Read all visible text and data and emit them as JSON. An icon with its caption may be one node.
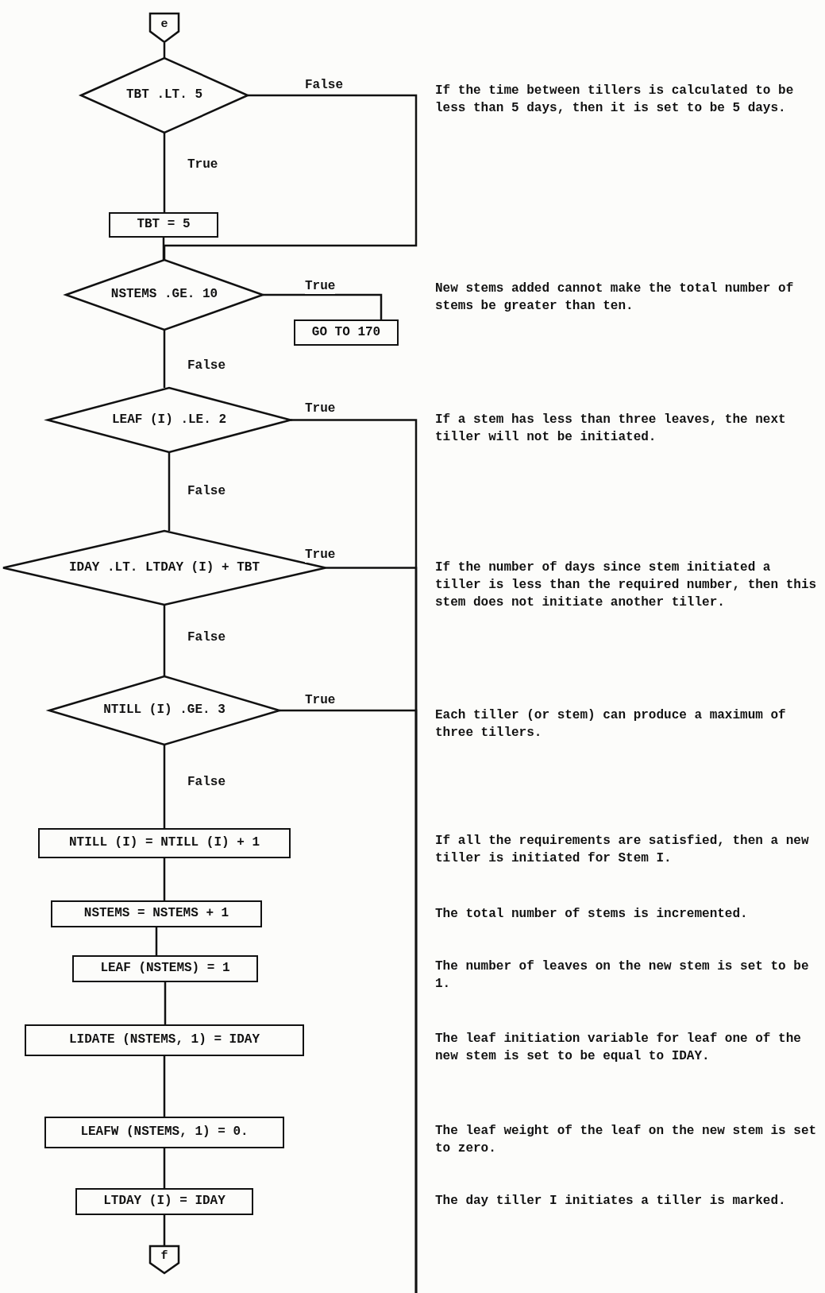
{
  "diagram": {
    "nodes": [
      {
        "text": [
          "e"
        ]
      },
      {
        "text": [
          "TBT .LT. 5"
        ]
      },
      {
        "text": [
          "TBT = 5"
        ]
      },
      {
        "text": [
          "NSTEMS .GE. 10"
        ]
      },
      {
        "text": [
          "GO TO 170"
        ]
      },
      {
        "text": [
          "LEAF (I) .LE. 2"
        ]
      },
      {
        "text": [
          "IDAY .LT. LTDAY (I) + TBT"
        ]
      },
      {
        "text": [
          "NTILL (I) .GE. 3"
        ]
      },
      {
        "text": [
          "NTILL (I) = NTILL (I) + 1"
        ]
      },
      {
        "text": [
          "NSTEMS = NSTEMS + 1"
        ]
      },
      {
        "text": [
          "LEAF (NSTEMS) = 1"
        ]
      },
      {
        "text": [
          "LIDATE (NSTEMS, 1) = IDAY"
        ]
      },
      {
        "text": [
          "LEAFW (NSTEMS, 1) = 0."
        ]
      },
      {
        "text": [
          "LTDAY (I) = IDAY"
        ]
      },
      {
        "text": [
          "f"
        ]
      }
    ],
    "edges": [
      {
        "from": 0,
        "to": 1,
        "arrow": "none"
      },
      {
        "from": 1,
        "to": 2,
        "arrow": "none",
        "label": "True"
      },
      {
        "from": 1,
        "to": 3,
        "arrow": "none",
        "label": "False"
      },
      {
        "from": 2,
        "to": 3,
        "arrow": "none"
      },
      {
        "from": 3,
        "to": 4,
        "arrow": "none",
        "label": "True"
      },
      {
        "from": 3,
        "to": 5,
        "arrow": "none",
        "label": "False"
      },
      {
        "from": 5,
        "to": null,
        "arrow": "none",
        "label": "True"
      },
      {
        "from": 5,
        "to": 6,
        "arrow": "none",
        "label": "False"
      },
      {
        "from": 6,
        "to": null,
        "arrow": "none",
        "label": "True"
      },
      {
        "from": 6,
        "to": 7,
        "arrow": "none",
        "label": "False"
      },
      {
        "from": 7,
        "to": null,
        "arrow": "none",
        "label": "True"
      },
      {
        "from": 7,
        "to": 8,
        "arrow": "none",
        "label": "False"
      },
      {
        "from": 8,
        "to": 9,
        "arrow": "none"
      },
      {
        "from": 9,
        "to": 10,
        "arrow": "none"
      },
      {
        "from": 10,
        "to": 11,
        "arrow": "none"
      },
      {
        "from": 11,
        "to": 12,
        "arrow": "none"
      },
      {
        "from": 12,
        "to": 13,
        "arrow": "none"
      },
      {
        "from": 13,
        "to": 14,
        "arrow": "none"
      }
    ],
    "labels": [
      "If the time between tillers is calculated to be less than 5 days, then it is set to be 5 days.",
      "New stems added cannot make the total number of stems be greater than ten.",
      "If a stem has less than three leaves, the next tiller will not be initiated.",
      "If the number of days since stem initiated a tiller is less than the required number, then this stem does not initiate another tiller.",
      "Each tiller (or stem) can produce a maximum of three tillers.",
      "If all the requirements are satisfied, then a new tiller is initiated for Stem I.",
      "The total number of stems is incremented.",
      "The number of leaves on the new stem is set to be 1.",
      "The leaf initiation variable for leaf one of the new stem is set to be equal to IDAY.",
      "The leaf weight of the leaf on the new stem is set to zero.",
      "The day tiller I initiates a tiller is marked."
    ]
  }
}
